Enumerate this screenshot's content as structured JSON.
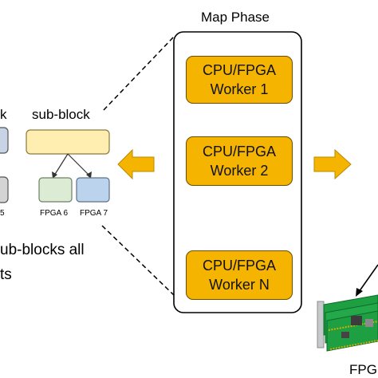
{
  "map_phase": {
    "title": "Map Phase",
    "workers": [
      {
        "line1": "CPU/FPGA",
        "line2": "Worker 1"
      },
      {
        "line1": "CPU/FPGA",
        "line2": "Worker 2"
      },
      {
        "line1": "CPU/FPGA",
        "line2": "Worker N"
      }
    ]
  },
  "sub_block": {
    "label": "sub-block",
    "fpga_labels": [
      "FPGA 6",
      "FPGA 7"
    ]
  },
  "partial_text": {
    "left_top": "k",
    "left_small": "5",
    "caption_line1": "ub-blocks all",
    "caption_line2": "ts",
    "bottom_right": "FPG"
  },
  "colors": {
    "worker_fill": "#f4b400",
    "arrow_fill": "#f5b400",
    "sub_block_fill": "#ffeeb0",
    "fpga6_fill": "#dcebd3",
    "fpga7_fill": "#bcd3ed",
    "board_fill": "#1e9f42"
  }
}
